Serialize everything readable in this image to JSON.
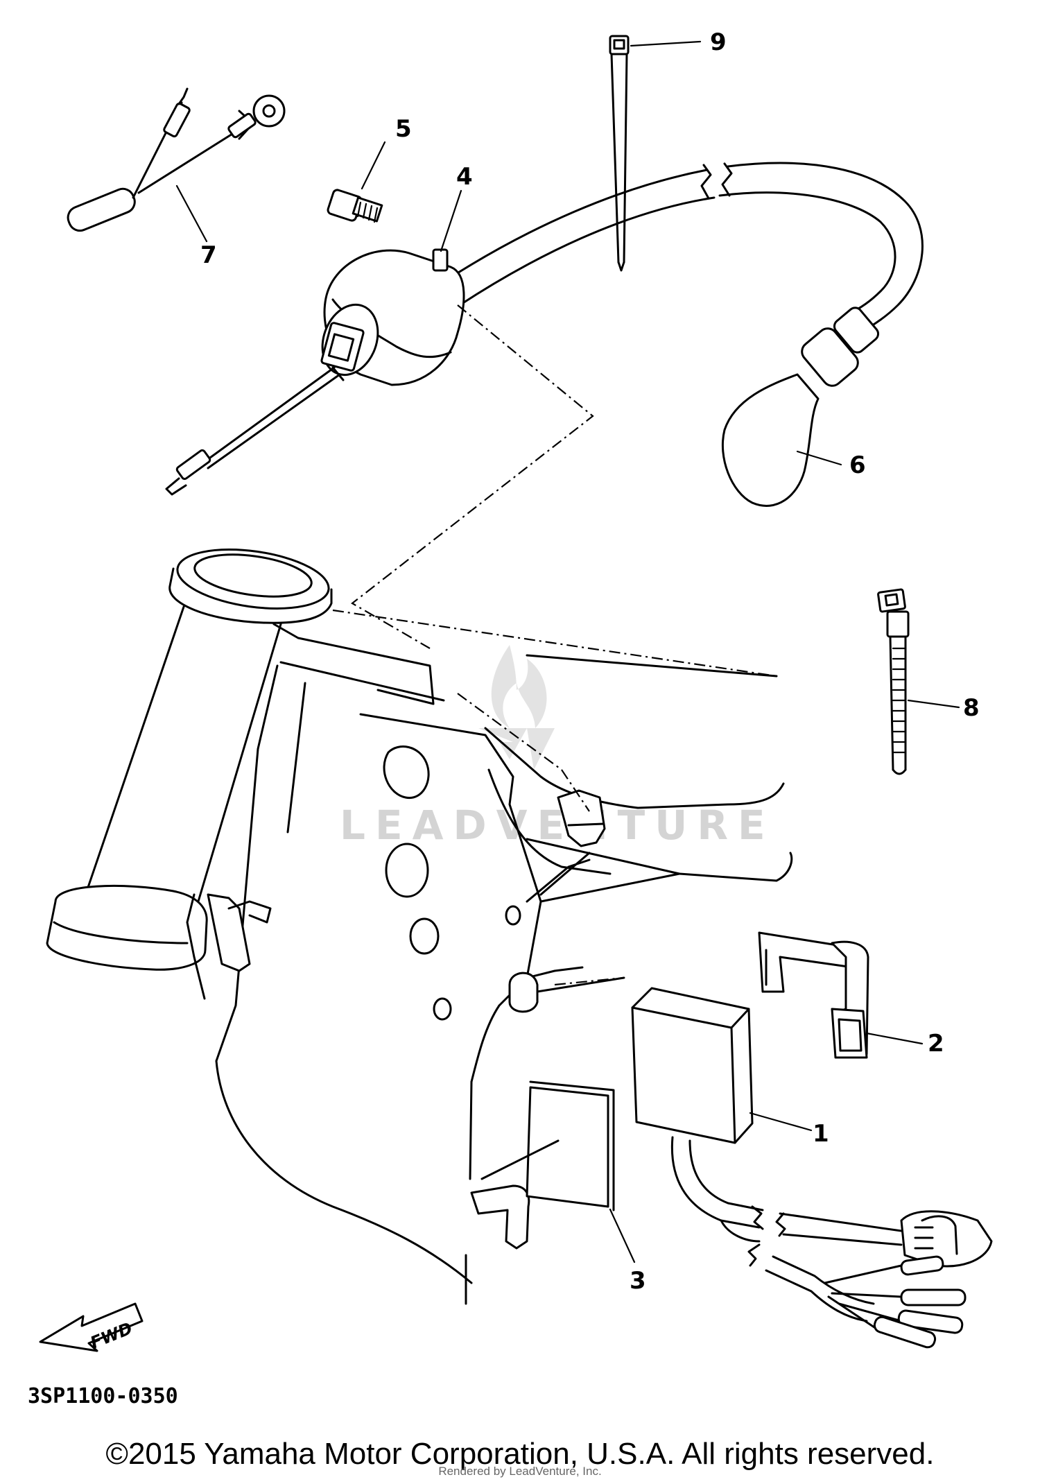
{
  "diagram": {
    "callouts": [
      {
        "id": "1",
        "label": "1"
      },
      {
        "id": "2",
        "label": "2"
      },
      {
        "id": "3",
        "label": "3"
      },
      {
        "id": "4",
        "label": "4"
      },
      {
        "id": "5",
        "label": "5"
      },
      {
        "id": "6",
        "label": "6"
      },
      {
        "id": "7",
        "label": "7"
      },
      {
        "id": "8",
        "label": "8"
      },
      {
        "id": "9",
        "label": "9"
      }
    ],
    "fwd_label": "FWD",
    "diagram_code": "3SP1100-0350",
    "watermark": "LEADVENTURE"
  },
  "footer": {
    "copyright": "©2015 Yamaha Motor Corporation, U.S.A. All rights reserved.",
    "rendered_by": "Rendered by LeadVenture, Inc."
  }
}
